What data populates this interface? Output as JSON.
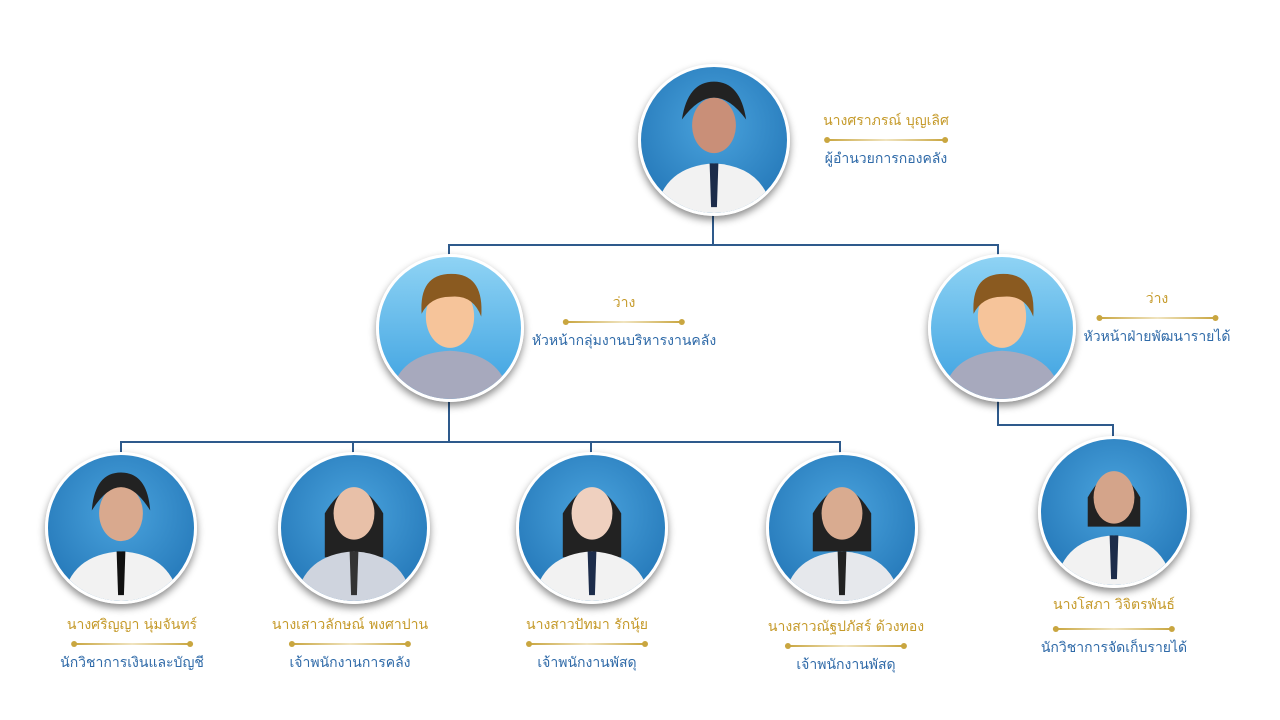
{
  "director": {
    "name": "นางศราภรณ์ บุญเลิศ",
    "role": "ผู้อำนวยการกองคลัง"
  },
  "heads": [
    {
      "name": "ว่าง",
      "role": "หัวหน้ากลุ่มงานบริหารงานคลัง"
    },
    {
      "name": "ว่าง",
      "role": "หัวหน้าฝ่ายพัฒนารายได้"
    }
  ],
  "staff": [
    {
      "name": "นางศริญญา นุ่มจันทร์",
      "role": "นักวิชาการเงินและบัญชี"
    },
    {
      "name": "นางเสาวลักษณ์ พงศาปาน",
      "role": "เจ้าพนักงานการคลัง"
    },
    {
      "name": "นางสาวปัทมา รักนุ้ย",
      "role": "เจ้าพนักงานพัสดุ"
    },
    {
      "name": "นางสาวณัฐปภัสร์ ด้วงทอง",
      "role": "เจ้าพนักงานพัสดุ"
    },
    {
      "name": "นางโสภา วิจิตรพันธ์",
      "role": "นักวิชาการจัดเก็บรายได้"
    }
  ]
}
